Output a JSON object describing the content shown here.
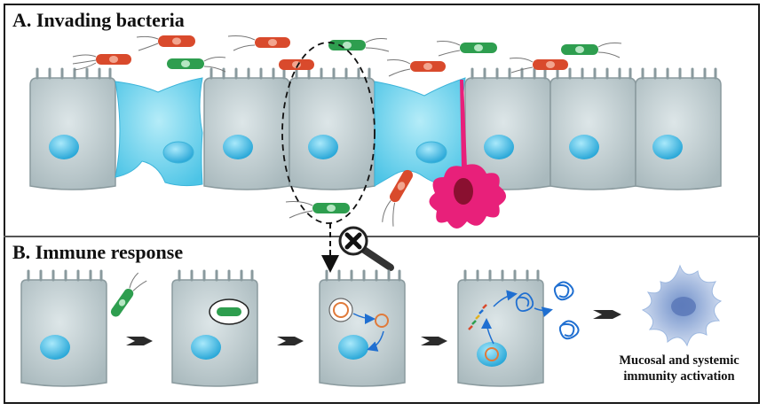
{
  "panel_a": {
    "title": "A. Invading bacteria"
  },
  "panel_b": {
    "title": "B. Immune response"
  },
  "caption": {
    "line1": "Mucosal and systemic",
    "line2": "immunity activation"
  },
  "colors": {
    "epithelial_cell": "#c6d3d6",
    "cell_outline": "#8a9a9e",
    "nucleus": "#4fc3e8",
    "damaged_cell": "#6dd3ec",
    "dendritic_cell": "#e8207a",
    "bacteria_red": "#d94a2c",
    "bacteria_green": "#2e9e4f",
    "antigen_blue": "#1f6fd1",
    "immune_cell": "#9db8e0"
  },
  "icons": [
    "magnifier-icon",
    "block-x-icon",
    "arrow-icon"
  ]
}
